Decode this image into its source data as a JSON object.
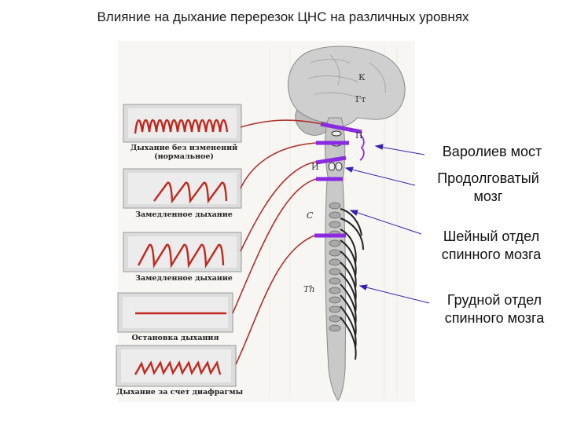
{
  "title": "Влияние на дыхание перерезок ЦНС на различных уровнях",
  "panels": [
    {
      "caption_line1": "Дыхание без изменений",
      "caption_line2": "(нормальное)"
    },
    {
      "caption_line1": "Замедленное дыхание",
      "caption_line2": ""
    },
    {
      "caption_line1": "Замедленное дыхание",
      "caption_line2": ""
    },
    {
      "caption_line1": "Остановка дыхания",
      "caption_line2": ""
    },
    {
      "caption_line1": "Дыхание за счет диафрагмы",
      "caption_line2": ""
    }
  ],
  "brain_marks": {
    "k": "К",
    "gt": "Гт",
    "p": "П",
    "i": "И",
    "c": "C",
    "th": "Th"
  },
  "labels": {
    "pons": "Варолиев мост",
    "medulla_line1": "Продолговатый",
    "medulla_line2": "мозг",
    "cervical_line1": "Шейный отдел",
    "cervical_line2": "спинного мозга",
    "thoracic_line1": "Грудной отдел",
    "thoracic_line2": "спинного мозга"
  },
  "colors": {
    "trace": "#c0281c",
    "cut": "#8a2be2",
    "connector": "#b0302a",
    "pointer": "#3a1fb0"
  }
}
